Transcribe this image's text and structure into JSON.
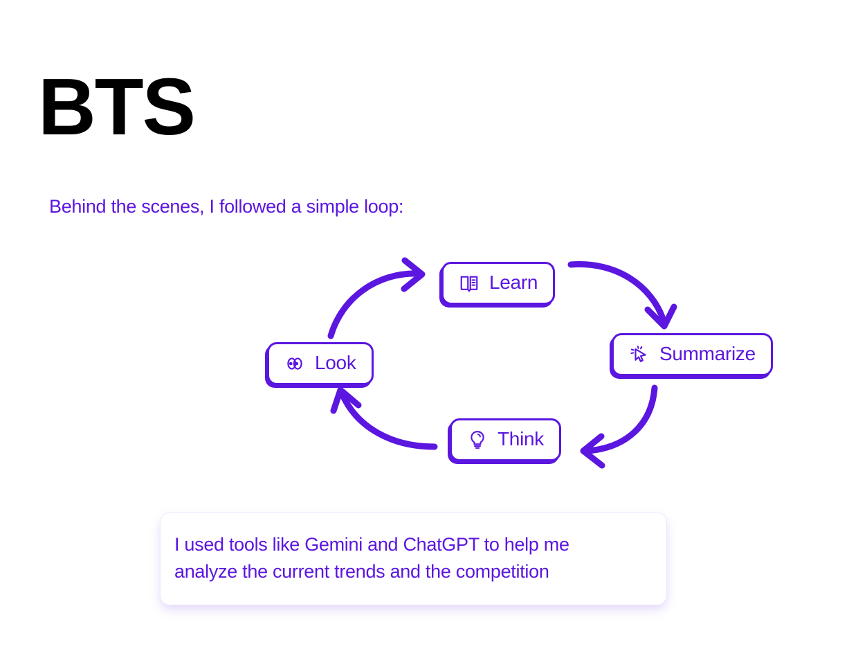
{
  "page": {
    "title": "BTS",
    "subtitle": "Behind the scenes, I followed a simple loop:",
    "background_color": "#FFFFFF",
    "accent_color": "#5B16E0",
    "heading_color": "#000000"
  },
  "loop": {
    "name": "simple-loop",
    "direction": "clockwise",
    "nodes": [
      {
        "id": "learn",
        "label": "Learn",
        "icon": "open-book-icon"
      },
      {
        "id": "summarize",
        "label": "Summarize",
        "icon": "cursor-click-icon"
      },
      {
        "id": "think",
        "label": "Think",
        "icon": "lightbulb-icon"
      },
      {
        "id": "look",
        "label": "Look",
        "icon": "eyes-icon"
      }
    ],
    "arrows": [
      {
        "id": "learn-to-summarize",
        "from": "learn",
        "to": "summarize",
        "icon": "curved-arrow-icon"
      },
      {
        "id": "summarize-to-think",
        "from": "summarize",
        "to": "think",
        "icon": "curved-arrow-icon"
      },
      {
        "id": "think-to-look",
        "from": "think",
        "to": "look",
        "icon": "curved-arrow-icon"
      },
      {
        "id": "look-to-learn",
        "from": "look",
        "to": "learn",
        "icon": "curved-arrow-icon"
      }
    ]
  },
  "caption": {
    "line1": "I used tools like Gemini and ChatGPT to help me",
    "line2": "analyze the current trends and the competition"
  }
}
